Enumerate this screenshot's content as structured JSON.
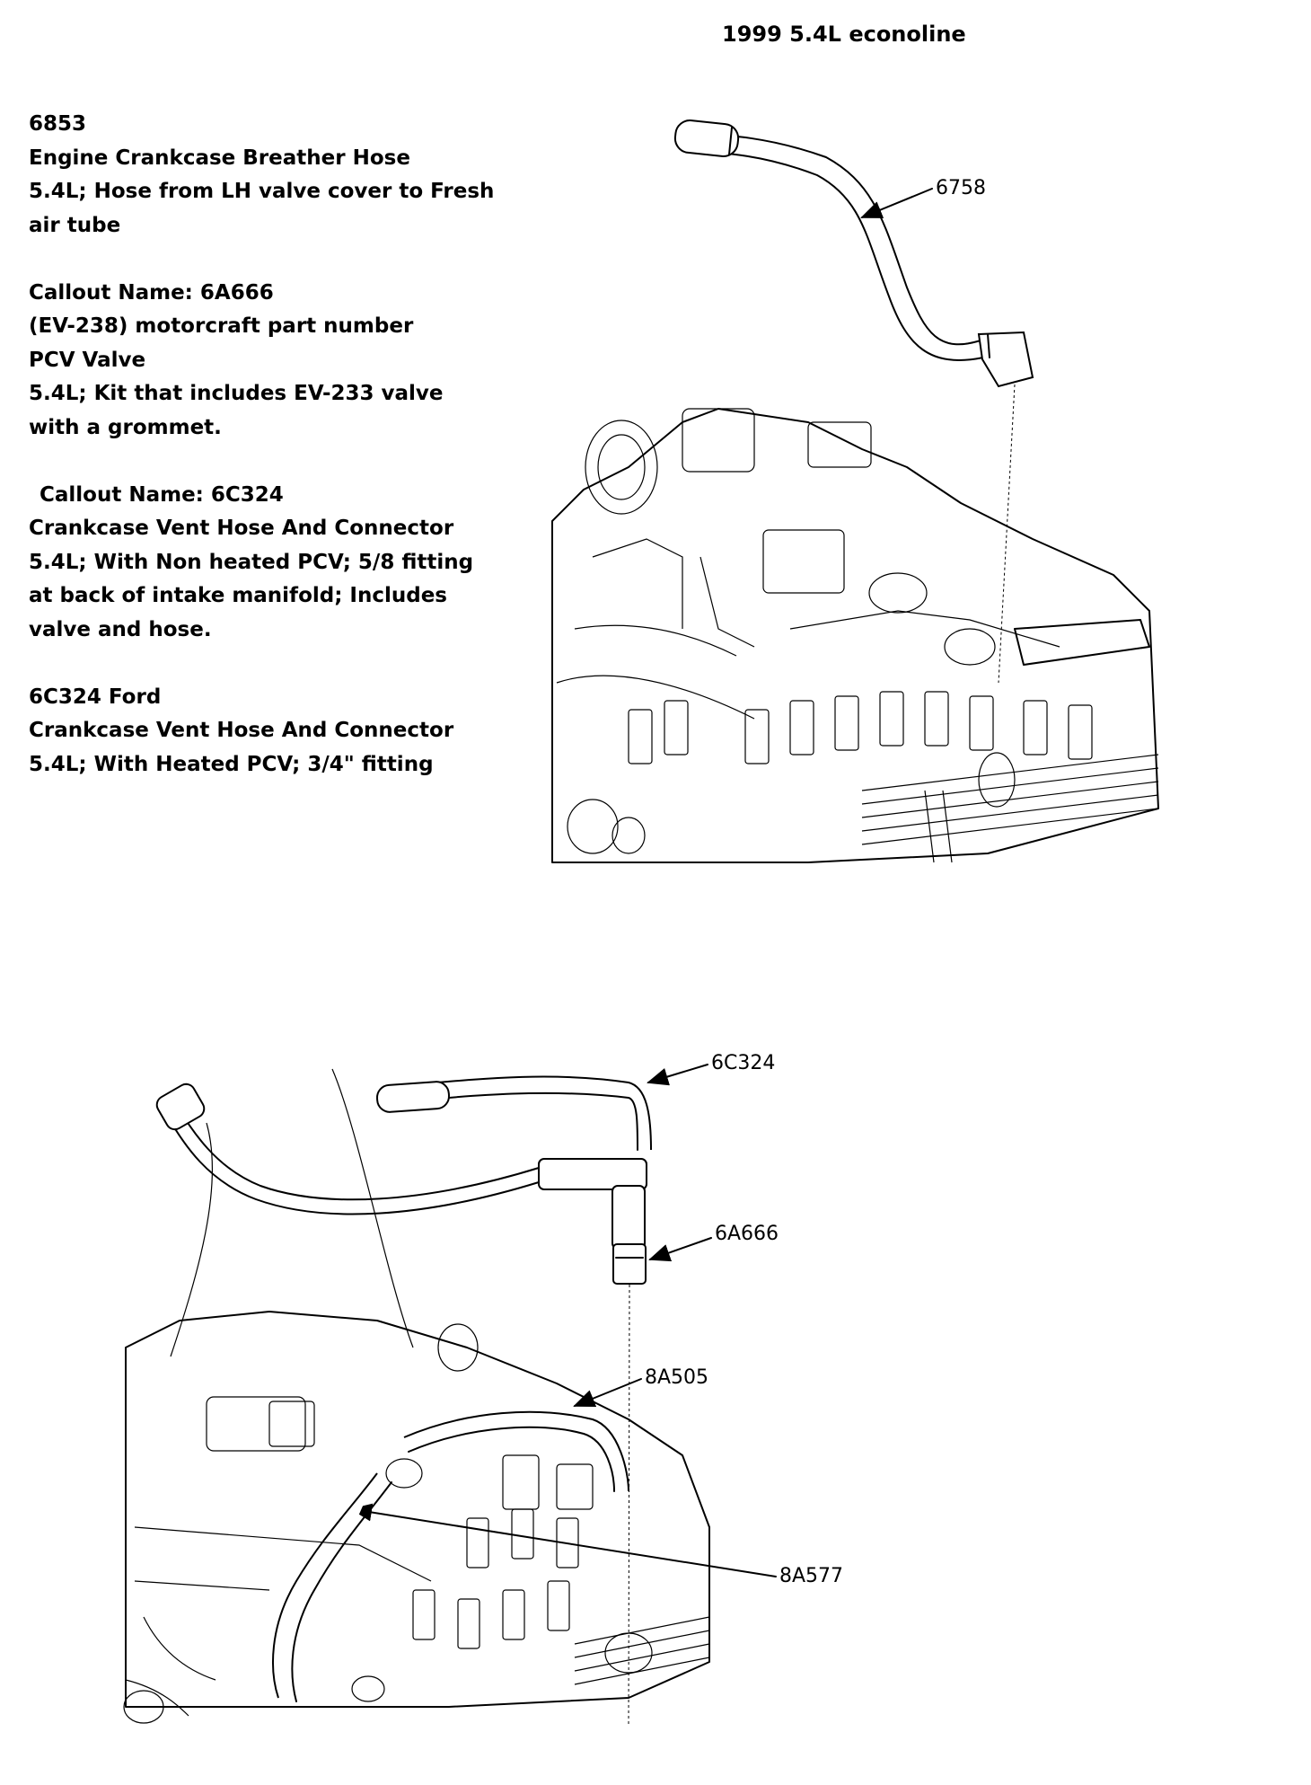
{
  "header": {
    "title": "1999 5.4L econoline"
  },
  "notes": {
    "blocks": [
      {
        "lines": [
          "6853",
          "Engine Crankcase Breather Hose",
          "5.4L; Hose from LH valve cover to Fresh",
          "air tube"
        ]
      },
      {
        "lines": [
          "Callout Name: 6A666",
          "(EV-238) motorcraft part number",
          "PCV Valve",
          "5.4L; Kit that includes EV-233 valve",
          "with a grommet."
        ]
      },
      {
        "lines": [
          "Callout Name: 6C324",
          "Crankcase Vent Hose And Connector",
          "5.4L; With Non heated PCV; 5/8 fitting",
          "at back of intake manifold; Includes",
          "valve and hose."
        ]
      },
      {
        "lines": [
          "6C324 Ford",
          "Crankcase Vent Hose And Connector",
          "5.4L; With Heated PCV; 3/4\" fitting"
        ]
      }
    ]
  },
  "diagram_top": {
    "callouts": [
      "6758"
    ]
  },
  "diagram_bottom": {
    "callouts": [
      "6C324",
      "6A666",
      "8A505",
      "8A577"
    ]
  }
}
